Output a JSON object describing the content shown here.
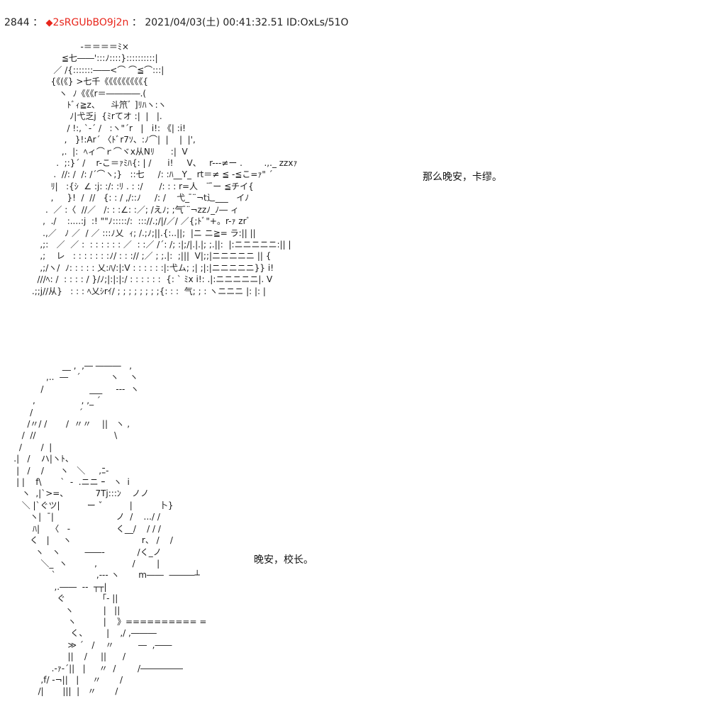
{
  "post": {
    "number": "2844",
    "separator": "：",
    "marker": "◆",
    "trip": "2sRGUbBO9j2n",
    "separator2": "：",
    "datetime": "2021/04/03(土) 00:41:32.51",
    "id": "ID:OxLs/51O"
  },
  "art": {
    "first": "                        -＝＝＝＝ﾐ×\n                 ≦七――':::ﾉ::::}::::::::::|\n              ／ /{:::::::――<⌒ ⌒≦⌒:::|\n             {《(《} >七千《《《《《《《《《{\n                ヽ  ﾉ《《《r＝――――.(\n                   ﾄﾞｨ≧z、    斗笊ﾞ ]ﾘﾊヽ:ヽ\n                    ﾉ|弋乏j  {ﾐrてオ :|  |   |.\n                   / !:, `-´ /   :ヽ\"´r   |   i!: 《| :i!\n                  ,   }!:Ar´ 〈ﾄﾞr7ｿ、:ﾉ⌒|  |    |  |',\n                 ,.  |:  ﾍィ⌒ｒ⌒ヾx从Nﾘ      :|  V\n               .  ;:}´ /    r-こ＝ｧﾐﾊ{: | /      i!     V、   r---≠ー .        .,._ zzxｧ\n              .  //: /  /: /´⌒ヽ;}   ::七     /: :ﾊ__Y_  rt＝≠ ≦ -≦こ=ｧ\" ´\n             ﾘ|   :{ｼ  ∠ :j: :/: :ﾘ . : :/      /: : : r=人   ¨ ̄ー ≦チイ{\n             ,     }!  /  //   {: : / ,/::ﾉ     /: /    弋_ ̄¨¬t辶___   イﾉ\n           .  ／ :〈  //／   /: : :∠: :／; /えﾉ; ;气 ̄¨¬zzﾉ_ﾉ― ィ\n          ,  ./    :....:j  :! \"\"ﾉ:::::/:  ::://.;/|/／/ ／{;ﾄﾞ\"+。r-ｧ zrﾞ\n          .,／   ﾉ ／  / ／ :::ﾉ乂  ｨ; /.;ﾉ;||.{:..||;  |ニ ニ≧= ラ:|| ||\n         ,;:   ／  ／ :  : : : : : : ／  : :／ /´: /; :|;/|.|.|; ;.||:  |:ニニニニニ:|| |\n         ,;    レ   : : : : : : :ﾉ/ : : :// ;／ ; ;.|:  ;|||  V|;;|ニニニニニ || {\n         ,;/ヽ/  ﾉ: : : : : 乂:ﾊ/:|:V : : : : : :|:弋ム; ;| ;|:|ニニニニニ}} i!\n        ///ﾍ: /  : : : : / }/ﾉ;|:|:|:/ : : : : : :  {: ` ﾐx i!: .|:ニニニニニ|. V\n      .;;j//从}   : : : ﾍ乂ｼrｲ/ ; ; ; ; ; ; ; ;{: : :  气; ; : ヽニニニ |: |: |",
    "second": "                      __ ,  ,― ―――   ,      \n                ,..  ―   ´           ヽ    ヽ\n              /                 ___     ---  ヽ\n           ,                 , ,_ ´\n          /                 ´\n         /〃/ /       /  〃〃    ||   ヽ ,\n       /  //                             \\\n      /       /  |\n    .|   /    ハ|ヽﾄ、\n     |   /    /      ヽ   ＼     ,ﾆ-\n     | |    f\\       `  -  .ニニ ｰ   ヽ  i\n       ヽ  ,|`>=、          7Tj:::ﾝ    ノノ\n       ＼ |`ぐツ|          ー ˇ          |          卜}\n          ヽ|  ¯|                       ノ  /    .../ /\n           ﾊ|    〈   -                 く__/    / / /\n          く   |     ヽ                          r、 /    /\n            ヽ   ヽ         ――-            /く_ノ\n              ＼_  ヽ          ,             /        |\n                  `               ,--- ヽ       m――  ―――┴\n                   ,.――  --  ┬┬|\n                    ぐ            「- ||\n                       ヽ           |   ||\n                        ヽ          |    》========== =\n                         く、       |    ,/ ,―――\n                        ≫ ´   /    〃         ―  ,――\n                        ||    /     ||      /\n                  .-ｧ-´||   |     〃  /        /―――――\n              ,f/ -¬||   |     〃       /\n             /|       |||  |   〃       /"
  },
  "messages": {
    "first": "那么晚安，卡缪。",
    "second": "晚安，校长。"
  },
  "colors": {
    "trip": "#e8261c",
    "text": "#111111",
    "background": "#ffffff"
  }
}
